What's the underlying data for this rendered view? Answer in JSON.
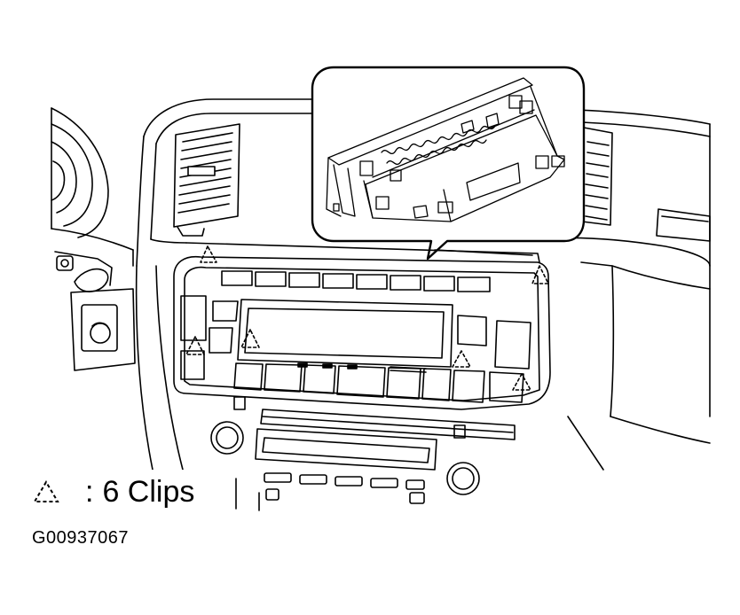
{
  "legend": {
    "symbol_icon": "dashed-triangle-icon",
    "colon": ":",
    "label": "6 Clips"
  },
  "figure_code": "G00937067",
  "clip_count": 6,
  "colors": {
    "line": "#000000",
    "background": "#ffffff"
  }
}
